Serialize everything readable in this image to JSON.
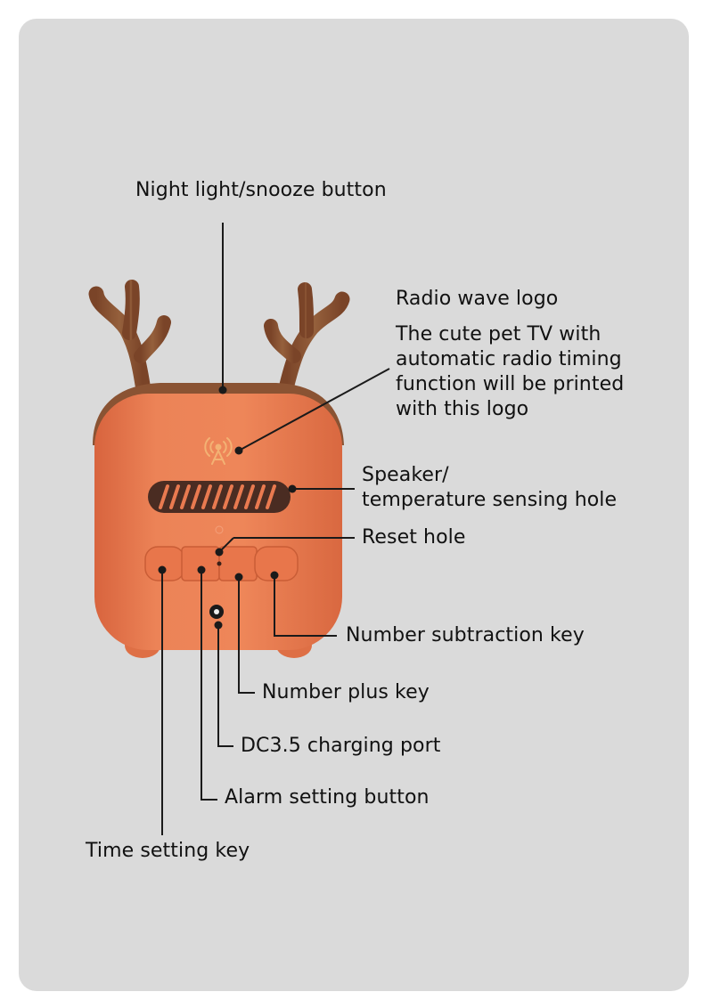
{
  "labels": {
    "night_light": "Night light/snooze button",
    "radio_title": "Radio wave logo",
    "radio_desc": [
      "The cute pet TV with",
      "automatic radio timing",
      "function will be printed",
      "with this logo"
    ],
    "speaker": [
      "Speaker/",
      "temperature sensing hole"
    ],
    "reset": "Reset hole",
    "number_subtraction": "Number subtraction key",
    "number_plus": "Number plus key",
    "dc_port": "DC3.5 charging port",
    "alarm": "Alarm setting button",
    "time_setting": "Time setting key"
  },
  "colors": {
    "panel": "#dadada",
    "body": "#e97a50",
    "antler": "#8a5333",
    "line": "#1a1a1a",
    "logo": "#f3b274"
  }
}
